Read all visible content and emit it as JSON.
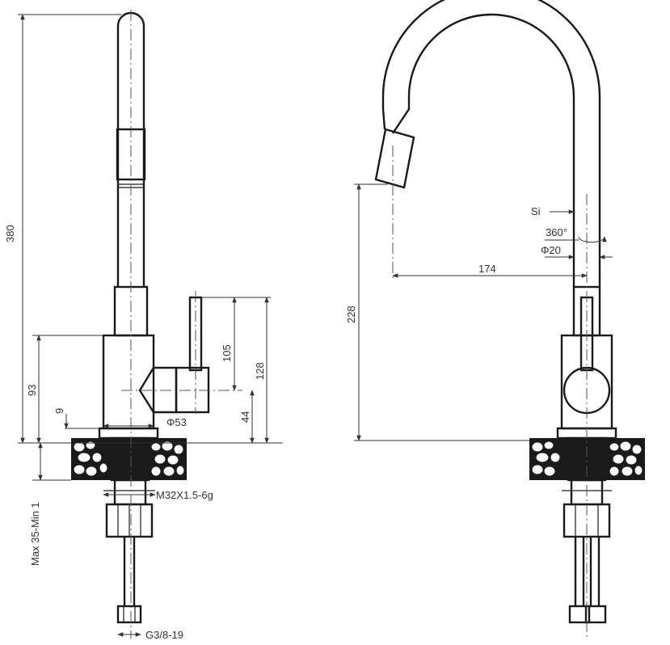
{
  "left_view": {
    "dim_total_height": "380",
    "dim_body_height": "93",
    "dim_handle_top": "105",
    "dim_handle_full": "128",
    "dim_small": "9",
    "dim_base": "44",
    "dim_body_diameter": "Φ53",
    "dim_thread": "M32X1.5-6g",
    "dim_counter": "Max 35-Min 1",
    "dim_hose_thread": "G3/8-19"
  },
  "right_view": {
    "dim_height": "228",
    "dim_reach": "174",
    "label_material": "Si",
    "label_rotation": "360°",
    "dim_spout_diameter": "Φ20"
  }
}
